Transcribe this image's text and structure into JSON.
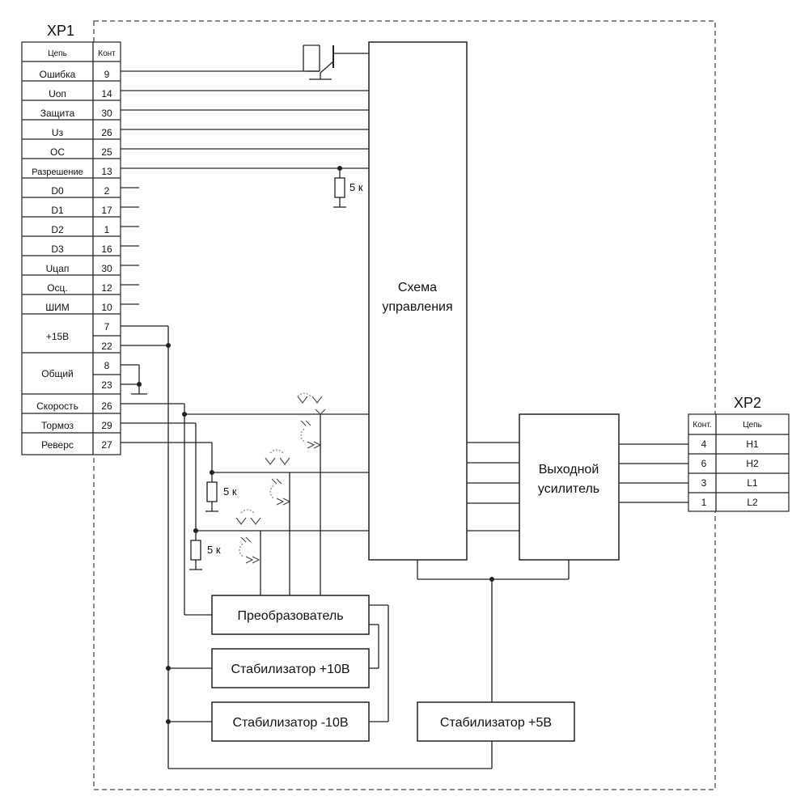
{
  "xp1": {
    "title": "XP1",
    "header_circuit": "Цепь",
    "header_contact": "Конт",
    "rows": [
      {
        "circuit": "Ошибка",
        "contact": "9"
      },
      {
        "circuit": "Uоп",
        "contact": "14"
      },
      {
        "circuit": "Защита",
        "contact": "30"
      },
      {
        "circuit": "Uз",
        "contact": "26"
      },
      {
        "circuit": "ОС",
        "contact": "25"
      },
      {
        "circuit": "Разрешение",
        "contact": "13"
      },
      {
        "circuit": "D0",
        "contact": "2"
      },
      {
        "circuit": "D1",
        "contact": "17"
      },
      {
        "circuit": "D2",
        "contact": "1"
      },
      {
        "circuit": "D3",
        "contact": "16"
      },
      {
        "circuit": "Uцап",
        "contact": "30"
      },
      {
        "circuit": "Осц.",
        "contact": "12"
      },
      {
        "circuit": "ШИМ",
        "contact": "10"
      }
    ],
    "group_plus15": {
      "circuit": "+15В",
      "contacts": [
        "7",
        "22"
      ]
    },
    "group_common": {
      "circuit": "Общий",
      "contacts": [
        "8",
        "23"
      ]
    },
    "rows_bottom": [
      {
        "circuit": "Скорость",
        "contact": "26"
      },
      {
        "circuit": "Тормоз",
        "contact": "29"
      },
      {
        "circuit": "Реверс",
        "contact": "27"
      }
    ]
  },
  "xp2": {
    "title": "XP2",
    "header_contact": "Конт.",
    "header_circuit": "Цепь",
    "rows": [
      {
        "contact": "4",
        "circuit": "H1"
      },
      {
        "contact": "6",
        "circuit": "H2"
      },
      {
        "contact": "3",
        "circuit": "L1"
      },
      {
        "contact": "1",
        "circuit": "L2"
      }
    ]
  },
  "blocks": {
    "control": [
      "Схема",
      "управления"
    ],
    "amplifier": [
      "Выходной",
      "усилитель"
    ],
    "converter": "Преобразователь",
    "stab_plus10": "Стабилизатор +10В",
    "stab_minus10": "Стабилизатор -10В",
    "stab_plus5": "Стабилизатор +5В"
  },
  "resistors": {
    "r1": "5 к",
    "r2": "5 к",
    "r3": "5 к"
  }
}
